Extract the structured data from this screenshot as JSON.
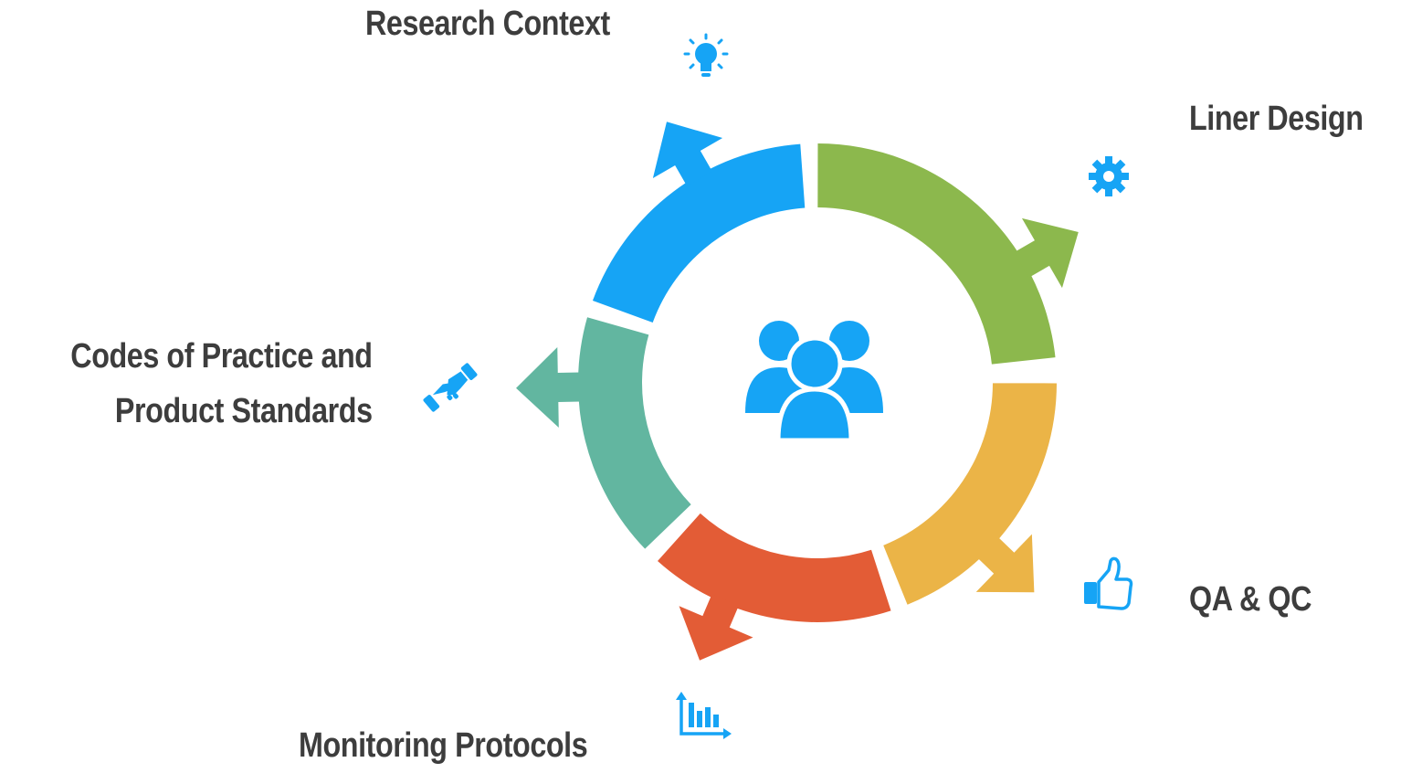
{
  "colors": {
    "research": "#16a4f5",
    "liner": "#8cb84d",
    "qa": "#ebb447",
    "monitoring": "#e35c36",
    "codes": "#62b6a0",
    "icon": "#16a4f5",
    "text": "#3d3d3d"
  },
  "center": {
    "icon": "team-icon"
  },
  "segments": [
    {
      "id": "research",
      "label_lines": [
        "Research Context"
      ],
      "icon": "lightbulb-icon"
    },
    {
      "id": "liner",
      "label_lines": [
        "Liner Design"
      ],
      "icon": "gear-icon"
    },
    {
      "id": "qa",
      "label_lines": [
        "QA & QC"
      ],
      "icon": "thumbs-up-icon"
    },
    {
      "id": "monitoring",
      "label_lines": [
        "Monitoring Protocols"
      ],
      "icon": "bar-chart-icon"
    },
    {
      "id": "codes",
      "label_lines": [
        "Codes of Practice and",
        "Product Standards"
      ],
      "icon": "handshake-icon"
    }
  ]
}
